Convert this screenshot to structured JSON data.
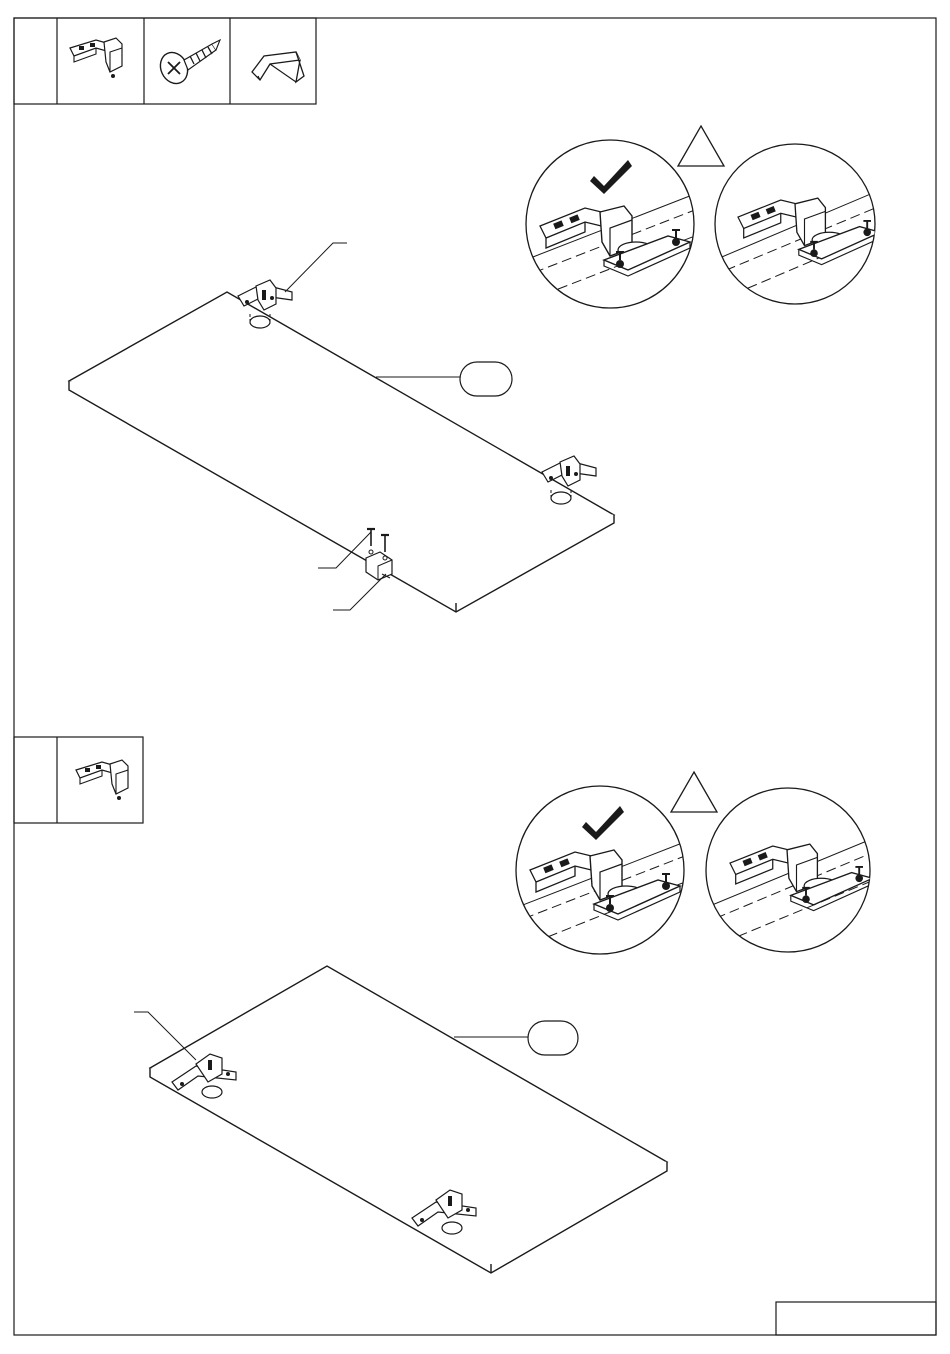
{
  "page": {
    "document_type": "assembly-instruction-sheet",
    "line_color": "#1a1a1a",
    "background_color": "#ffffff"
  },
  "steps": [
    {
      "parts_box": {
        "icons": [
          "hinge-icon",
          "screw-icon",
          "handle-icon"
        ]
      },
      "detail": {
        "correct_mark": "checkmark-icon",
        "warning_mark": "warning-triangle-icon"
      },
      "callouts": [
        "hinge",
        "door-panel",
        "screw",
        "handle"
      ]
    },
    {
      "parts_box": {
        "icons": [
          "hinge-icon"
        ]
      },
      "detail": {
        "correct_mark": "checkmark-icon",
        "warning_mark": "warning-triangle-icon"
      },
      "callouts": [
        "hinge",
        "door-panel"
      ]
    }
  ],
  "footer": {
    "page_label": ""
  }
}
